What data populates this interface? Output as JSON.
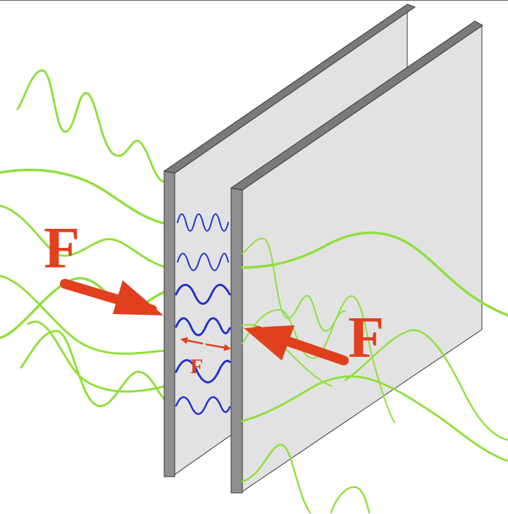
{
  "labels": {
    "force_left": "F",
    "force_right": "F",
    "force_between": "F"
  },
  "colors": {
    "background": "#ffffff",
    "external_wave": "#8ee03a",
    "cavity_wave": "#1f2fd0",
    "force_arrow": "#e0401e",
    "plate_face": "#e2e2e2",
    "plate_edge": "#8f8f8f",
    "plate_top": "#7a7a7a",
    "outline": "#333333"
  }
}
